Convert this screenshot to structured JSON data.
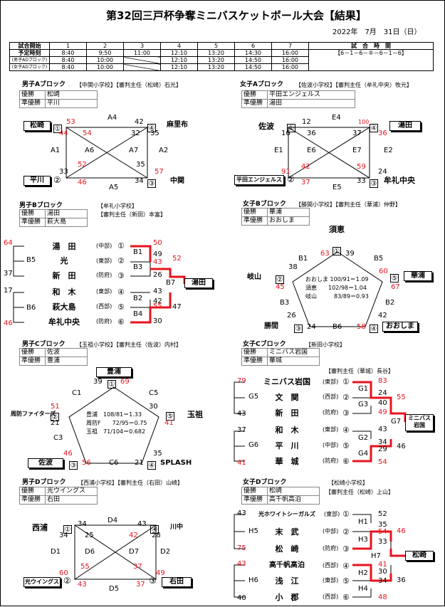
{
  "title": "第32回三戸杯争奪ミニバスケットボール大会【結果】",
  "date": "2022年　7月　31日（日）",
  "schedule": {
    "h_start": "試合開始",
    "h_plan": "予定時刻",
    "h_boys": "(男子ADブロック)",
    "h_girls": "(女子ADブロック)",
    "cols": [
      "1",
      "2",
      "3",
      "4",
      "5",
      "6",
      "7"
    ],
    "plan": [
      "8:40",
      "9:50",
      "11:00",
      "12:10",
      "13:20",
      "14:30",
      "16:00"
    ],
    "boys": [
      "8:40",
      "10:00",
      "",
      "12:10",
      "13:20",
      "14:50",
      "16:00"
    ],
    "girls": [
      "8:40",
      "10:00",
      "",
      "12:10",
      "13:20",
      "14:50",
      "16:00"
    ],
    "time_h": "試　合　時　間",
    "time_v": "【6－1－6－⑤－6－1－6】"
  },
  "lbl_win": "優勝",
  "lbl_run": "準優勝",
  "boysA": {
    "title": "男子Aブロック",
    "venue": "【中関小学校】【審判主任（松崎）石光】",
    "win": "松崎",
    "run": "平川",
    "t1": "松崎",
    "n1": "①",
    "t2": "平川",
    "n2": "②",
    "t3": "中関",
    "n3": "③",
    "t4": "麻里布",
    "n4": "④",
    "a1": "A1",
    "a2": "A2",
    "a4": "A4",
    "a5": "A5",
    "a6": "A6",
    "a7": "A7",
    "s53": "53",
    "s44": "44",
    "s54": "54",
    "s52": "52",
    "s46": "46",
    "s33": "33",
    "s42": "42",
    "s32": "32",
    "s35": "35",
    "s35b": "35",
    "s34": "34",
    "s57": "57"
  },
  "girlsA": {
    "title": "女子Aブロック",
    "venue": "【佐波小学校】【審判主任（牟礼中央）牧元】",
    "win": "平田エンジェルス",
    "run": "湯田",
    "t1": "佐波",
    "n1": "①",
    "t2": "平田エンジェルス",
    "n2": "②",
    "t3": "牟礼中央",
    "n3": "③",
    "t4": "湯田",
    "n4": "④",
    "e1": "E1",
    "e2": "E2",
    "e4": "E4",
    "e5": "E5",
    "e6": "E6",
    "e7": "E7",
    "s12": "12",
    "s16": "16",
    "s36": "36",
    "s42": "42",
    "s91": "91",
    "s37": "37",
    "s100": "100",
    "s37b": "37",
    "s36b": "36",
    "s59": "59",
    "s33": "33",
    "s24": "24"
  },
  "boysB": {
    "title": "男子Bブロック",
    "venue1": "【牟礼小学校】",
    "venue2": "【審判主任（新田）本富】",
    "win": "湯田",
    "run": "萩大島",
    "teams": [
      {
        "n": "湯　田",
        "a": "(中部)",
        "k": "①"
      },
      {
        "n": "光",
        "a": "(東部)",
        "k": "②"
      },
      {
        "n": "新　田",
        "a": "(防府)",
        "k": "③"
      },
      {
        "n": "和　木",
        "a": "(東部)",
        "k": "④"
      },
      {
        "n": "萩大島",
        "a": "(西部)",
        "k": "⑤"
      },
      {
        "n": "牟礼中央",
        "a": "(防府)",
        "k": "⑥"
      }
    ],
    "l64": "64",
    "l37": "37",
    "l17": "17",
    "l46": "46",
    "b5": "B5",
    "b6": "B6",
    "b1": "B1",
    "b2": "B2",
    "b3": "B3",
    "b4": "B4",
    "b7": "B7",
    "s50": "50",
    "s49": "49",
    "s43": "43",
    "s26": "26",
    "s52": "52",
    "s43b": "43",
    "s42": "42",
    "s55": "55",
    "s30": "30",
    "s47": "47",
    "final": "湯田"
  },
  "girlsB": {
    "title": "女子Bブロック",
    "venue": "【勝間小学校】【審判主任（華浦）仲野】",
    "win": "華浦",
    "run": "おおしま",
    "t1": "須恵",
    "n1": "①",
    "t2": "岐山",
    "n2": "②",
    "t3": "勝間",
    "n3": "③",
    "t4": "おおしま",
    "n4": "④",
    "t5": "華浦",
    "n5": "⑤",
    "b1": "B1",
    "b2": "B2",
    "b3": "B3",
    "b5": "B5",
    "b6": "B6",
    "s63": "63",
    "s39": "39",
    "s38": "38",
    "s45": "45",
    "s60": "60",
    "s67": "67",
    "s26": "26",
    "s24": "24",
    "s58": "58",
    "s24b": "24",
    "s42": "42",
    "r1": "おおしま 100/91＝1.09",
    "r2": "須恵　　102/98＝1.04",
    "r3": "岐山　　　83/89＝0.93"
  },
  "boysC": {
    "title": "男子Cブロック",
    "venue": "【玉祖小学校】【審判主任（佐波）内村】",
    "win": "佐波",
    "run": "豊浦",
    "t1": "豊浦",
    "n1": "①",
    "t2": "周防ファイターズ",
    "n2": "②",
    "t3": "佐波",
    "n3": "③",
    "t4": "SPLASH",
    "n4": "④",
    "t5": "玉祖",
    "n5": "⑤",
    "c1": "C1",
    "c3": "C3",
    "c5": "C5",
    "c6": "C6",
    "s39": "39",
    "s69": "69",
    "s51": "51",
    "s21": "21",
    "s30": "30",
    "s41": "41",
    "s46": "46",
    "s56": "56",
    "s21b": "21",
    "s35": "35",
    "r1": "豊浦　108/81＝1.33",
    "r2": "周防F　　72/95＝0.75",
    "r3": "玉祖　71/104＝0.682"
  },
  "girlsC": {
    "title": "女子Cブロック",
    "venue1": "【新田小学校】",
    "venue2": "【審判主任（華城）長谷】",
    "win": "ミニバス岩国",
    "run": "華城",
    "teams": [
      {
        "n": "ミニバス岩国",
        "a": "(東部)",
        "k": "①"
      },
      {
        "n": "文　関",
        "a": "(西部)",
        "k": "②"
      },
      {
        "n": "新　田",
        "a": "(防府)",
        "k": "③"
      },
      {
        "n": "和　木",
        "a": "(東部)",
        "k": "④"
      },
      {
        "n": "平　川",
        "a": "(中部)",
        "k": "⑤"
      },
      {
        "n": "華　城",
        "a": "(防府)",
        "k": "⑥"
      }
    ],
    "l79": "79",
    "l43": "43",
    "l37": "37",
    "l41": "41",
    "g5": "G5",
    "g6": "G6",
    "g1": "G1",
    "g2": "G2",
    "g3": "G3",
    "g4": "G4",
    "g7": "G7",
    "s83": "83",
    "s24": "24",
    "s40": "40",
    "s49": "49",
    "s55": "55",
    "s43": "43",
    "s34": "34",
    "s29": "29",
    "s54": "54",
    "s46": "46",
    "final": "ミニバス岩国"
  },
  "boysD": {
    "title": "男子Dブロック",
    "venue": "【西浦小学校】【審判主任（右田）山崎】",
    "win": "光ウイングス",
    "run": "右田",
    "t1": "西浦",
    "n1": "①",
    "t2": "光ウイングス",
    "n2": "②",
    "t3": "右田",
    "n3": "③",
    "t4": "川中",
    "n4": "④",
    "d1": "D1",
    "d2": "D2",
    "d4": "D4",
    "d5": "D5",
    "d6": "D6",
    "d7": "D7",
    "s34": "34",
    "s34b": "34",
    "s25": "25",
    "s60": "60",
    "s43": "43",
    "s55": "55",
    "s42": "42",
    "s28": "28",
    "s37": "37",
    "s49": "49",
    "s43b": "43",
    "s37b": "37"
  },
  "girlsD": {
    "title": "女子Dブロック",
    "venue1": "【松崎小学校】",
    "venue2": "【審判主任（松崎）上山】",
    "win": "松崎",
    "run": "高千帆高泊",
    "teams": [
      {
        "n": "光ホワイトシーガルズ",
        "a": "(東部)",
        "k": "①"
      },
      {
        "n": "末　武",
        "a": "(中部)",
        "k": "②"
      },
      {
        "n": "松　崎",
        "a": "(防府)",
        "k": "③"
      },
      {
        "n": "高千帆高泊",
        "a": "(西部)",
        "k": "④"
      },
      {
        "n": "浅　江",
        "a": "(東部)",
        "k": "⑤"
      },
      {
        "n": "小　郡",
        "a": "(西部)",
        "k": "⑥"
      }
    ],
    "l43": "43",
    "l75": "75",
    "l43b": "43",
    "l40": "40",
    "h5": "H5",
    "h6": "H6",
    "h1": "H1",
    "h2": "H2",
    "h3": "H3",
    "h4": "H4",
    "h7": "H7",
    "s52": "52",
    "s35": "35",
    "s54": "54",
    "s33": "33",
    "s46": "46",
    "s41": "41",
    "s30": "30",
    "s34": "34",
    "s48": "48",
    "s36": "36",
    "final": "松崎"
  }
}
